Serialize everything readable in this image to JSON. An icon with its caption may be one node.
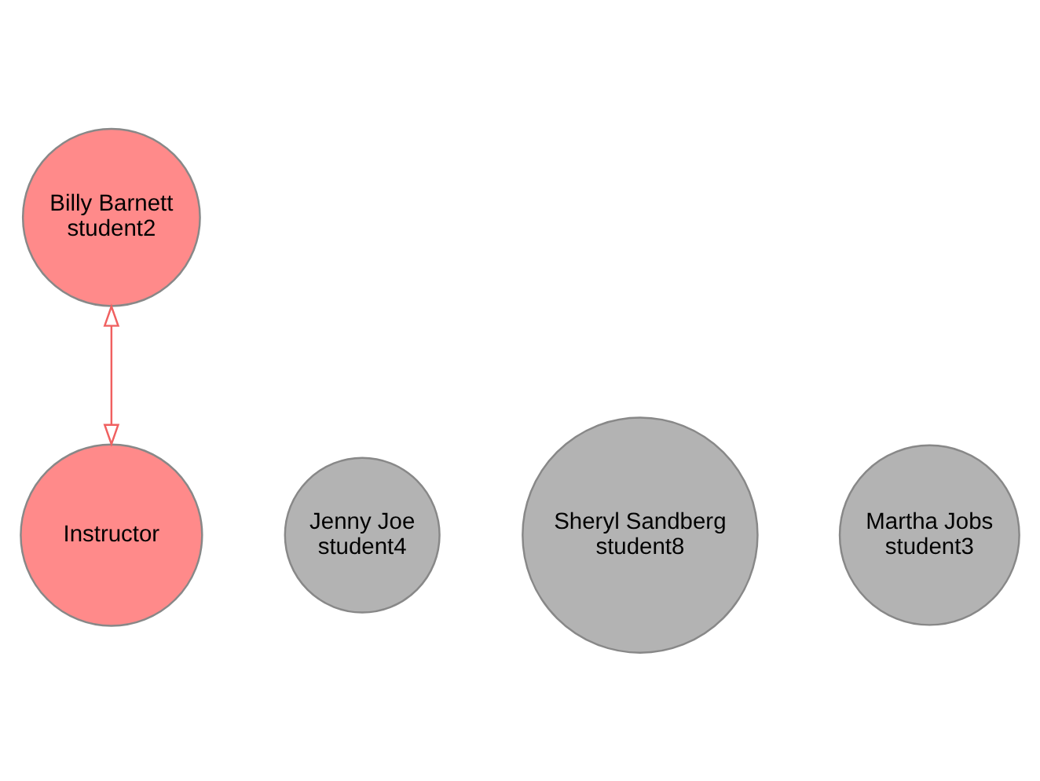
{
  "diagram": {
    "nodes": [
      {
        "text": [
          "Billy Barnett",
          "student2"
        ]
      },
      {
        "text": [
          "Jenny Joe",
          "student4"
        ]
      },
      {
        "text": [
          "Sheryl Sandberg",
          "student8"
        ]
      },
      {
        "text": [
          "Martha Jobs",
          "student3"
        ]
      },
      {
        "text": [
          "Instructor"
        ]
      }
    ],
    "edges": [
      {
        "from": 4,
        "to": 0,
        "arrow": "both",
        "color": "#f06060"
      }
    ]
  }
}
